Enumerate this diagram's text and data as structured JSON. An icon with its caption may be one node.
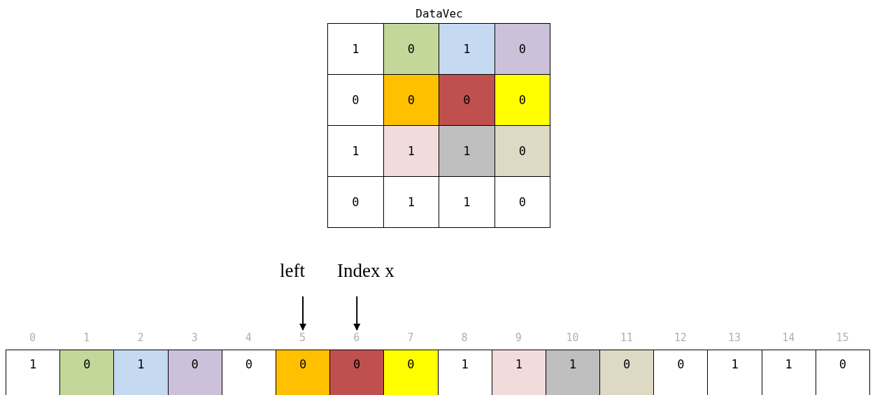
{
  "diagram": {
    "nodes": [
      {
        "text": [
          "DataVec"
        ]
      },
      {
        "text": [
          "1"
        ],
        "in": 0
      },
      {
        "text": [
          "0"
        ],
        "in": 0
      },
      {
        "text": [
          "1"
        ],
        "in": 0
      },
      {
        "text": [
          "0"
        ],
        "in": 0
      },
      {
        "text": [
          "0"
        ],
        "in": 0
      },
      {
        "text": [
          "0"
        ],
        "in": 0
      },
      {
        "text": [
          "0"
        ],
        "in": 0
      },
      {
        "text": [
          "0"
        ],
        "in": 0
      },
      {
        "text": [
          "1"
        ],
        "in": 0
      },
      {
        "text": [
          "1"
        ],
        "in": 0
      },
      {
        "text": [
          "1"
        ],
        "in": 0
      },
      {
        "text": [
          "0"
        ],
        "in": 0
      },
      {
        "text": [
          "0"
        ],
        "in": 0
      },
      {
        "text": [
          "1"
        ],
        "in": 0
      },
      {
        "text": [
          "1"
        ],
        "in": 0
      },
      {
        "text": [
          "0"
        ],
        "in": 0
      },
      {
        "text": [
          "left"
        ]
      },
      {
        "text": [
          "Index x"
        ]
      },
      {
        "text": [
          "1"
        ],
        "beside": [
          "0"
        ]
      },
      {
        "text": [
          "0"
        ],
        "beside": [
          "1"
        ]
      },
      {
        "text": [
          "1"
        ],
        "beside": [
          "2"
        ]
      },
      {
        "text": [
          "0"
        ],
        "beside": [
          "3"
        ]
      },
      {
        "text": [
          "0"
        ],
        "beside": [
          "4"
        ]
      },
      {
        "text": [
          "0"
        ],
        "beside": [
          "5"
        ]
      },
      {
        "text": [
          "0"
        ],
        "beside": [
          "6"
        ]
      },
      {
        "text": [
          "0"
        ],
        "beside": [
          "7"
        ]
      },
      {
        "text": [
          "1"
        ],
        "beside": [
          "8"
        ]
      },
      {
        "text": [
          "1"
        ],
        "beside": [
          "9"
        ]
      },
      {
        "text": [
          "1"
        ],
        "beside": [
          "10"
        ]
      },
      {
        "text": [
          "0"
        ],
        "beside": [
          "11"
        ]
      },
      {
        "text": [
          "0"
        ],
        "beside": [
          "12"
        ]
      },
      {
        "text": [
          "1"
        ],
        "beside": [
          "13"
        ]
      },
      {
        "text": [
          "1"
        ],
        "beside": [
          "14"
        ]
      },
      {
        "text": [
          "0"
        ],
        "beside": [
          "15"
        ]
      }
    ],
    "edges": [
      {
        "from": 17,
        "to": 24,
        "arrow": "to"
      },
      {
        "from": 18,
        "to": 25,
        "arrow": "to"
      }
    ]
  }
}
